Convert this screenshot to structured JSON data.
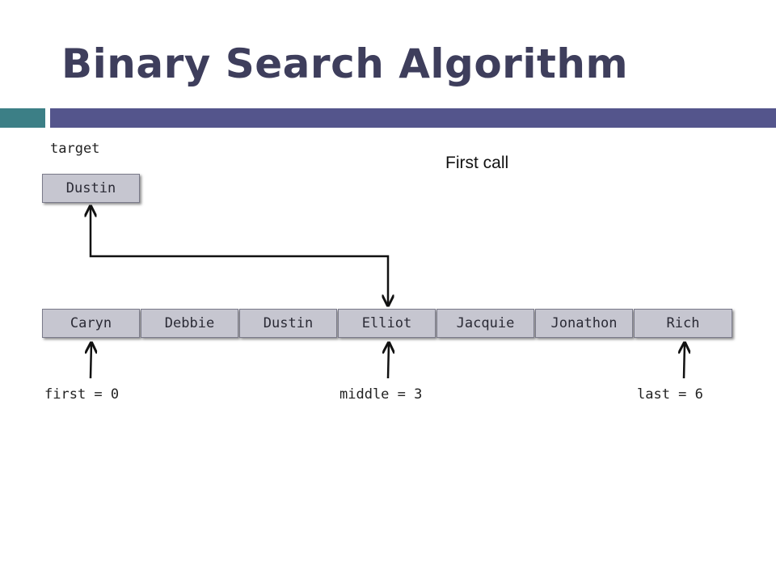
{
  "slide": {
    "title": "Binary Search Algorithm",
    "call_label": "First call"
  },
  "target": {
    "label": "target",
    "value": "Dustin"
  },
  "array": {
    "items": [
      "Caryn",
      "Debbie",
      "Dustin",
      "Elliot",
      "Jacquie",
      "Jonathon",
      "Rich"
    ]
  },
  "pointers": {
    "first": "first = 0",
    "middle": "middle = 3",
    "last": "last = 6"
  },
  "colors": {
    "title": "#3e3e5c",
    "accent_teal": "#3c7f86",
    "accent_purple": "#54558c",
    "box_fill": "#c6c6d0"
  }
}
